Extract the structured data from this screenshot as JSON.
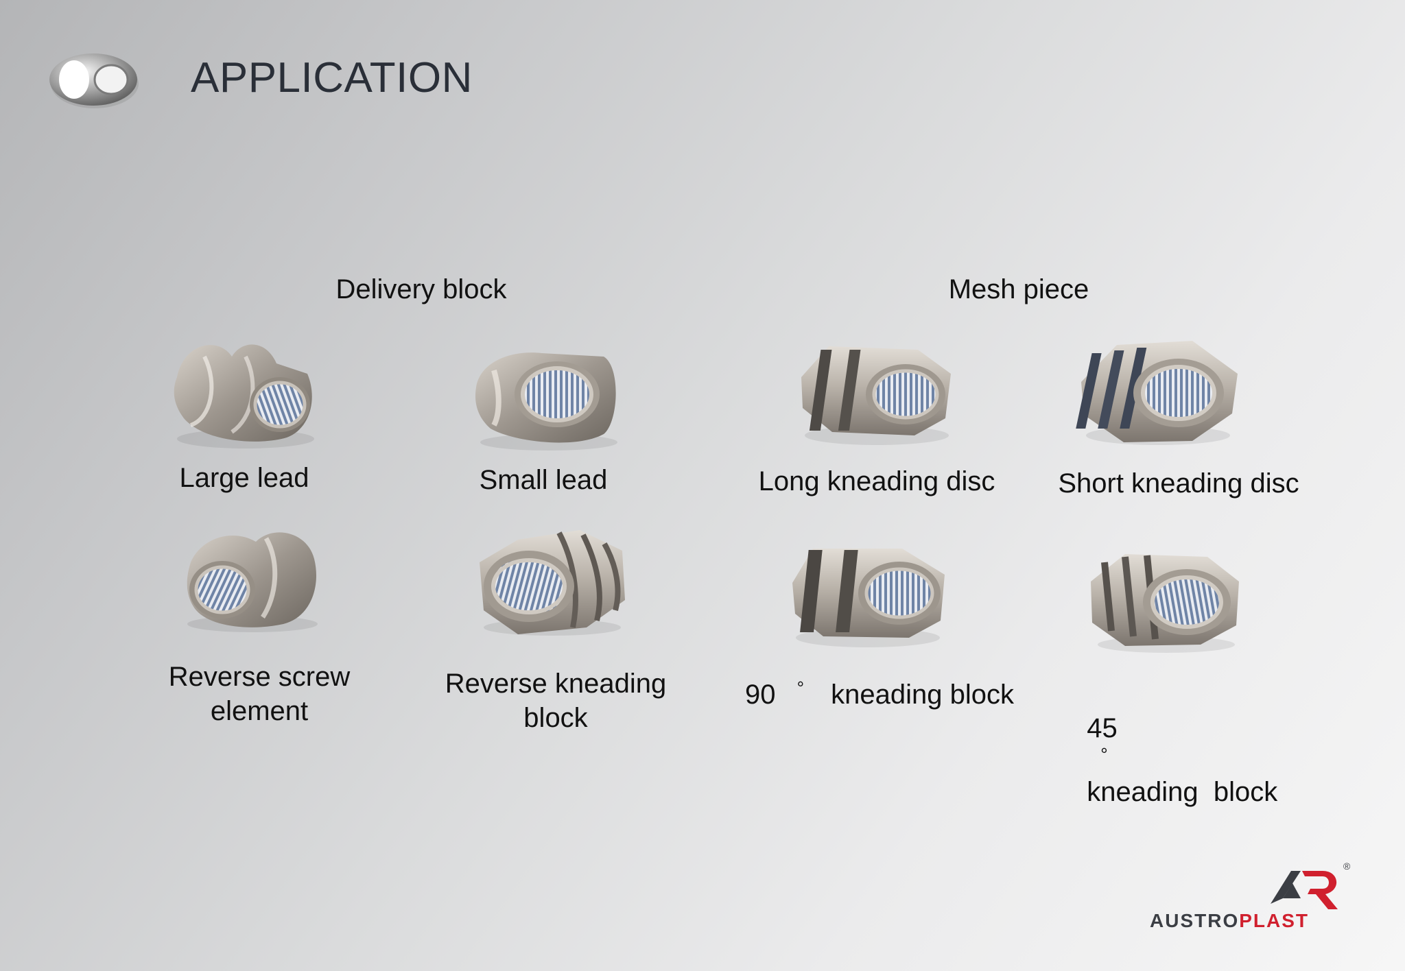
{
  "header": {
    "title": "APPLICATION",
    "logo_icon": "twin-screw-logo-icon"
  },
  "sections": {
    "delivery": {
      "title": "Delivery block"
    },
    "mesh": {
      "title": "Mesh piece"
    }
  },
  "elements": [
    {
      "label": "Large lead",
      "icon": "large-lead-screw-icon"
    },
    {
      "label": "Small lead",
      "icon": "small-lead-screw-icon"
    },
    {
      "label": "Long kneading disc",
      "icon": "long-kneading-disc-icon"
    },
    {
      "label": "Short kneading disc",
      "icon": "short-kneading-disc-icon"
    },
    {
      "label_line1": "Reverse screw",
      "label_line2": "element",
      "icon": "reverse-screw-element-icon"
    },
    {
      "label_line1": "Reverse kneading",
      "label_line2": "block",
      "icon": "reverse-kneading-block-icon"
    },
    {
      "label_num": "90",
      "label_deg": "°",
      "label_text": "kneading block",
      "icon": "kneading-block-90-icon"
    },
    {
      "label_num": "45",
      "label_deg": "°",
      "label_text": "kneading  block",
      "icon": "kneading-block-45-icon"
    }
  ],
  "brand": {
    "name_part1": "AUSTRO",
    "name_part2": "PLAST",
    "registered": "®",
    "color_dark": "#3b3e44",
    "color_red": "#d0202e",
    "icon": "austroplast-logo-icon"
  },
  "colors": {
    "title": "#2a2f38",
    "metal_light": "#c9c3bb",
    "metal_dark": "#6e6862",
    "bore_blue": "#6f84a6"
  }
}
